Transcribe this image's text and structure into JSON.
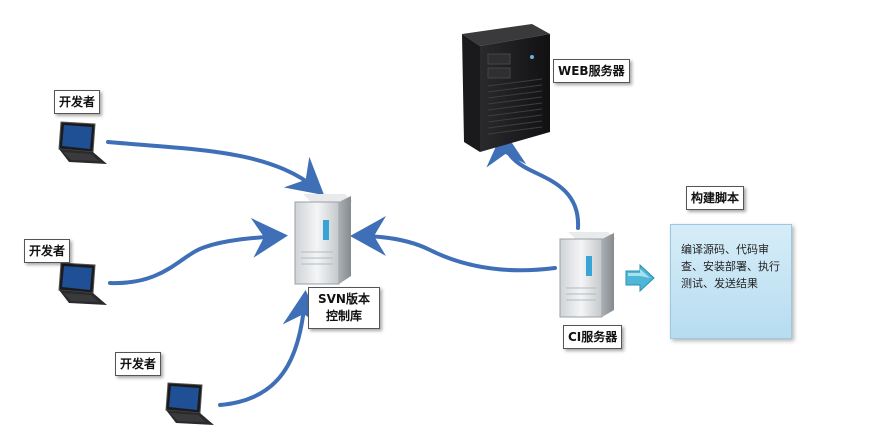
{
  "nodes": {
    "dev1": "开发者",
    "dev2": "开发者",
    "dev3": "开发者",
    "svn": "SVN版本控制库",
    "web": "WEB服务器",
    "ci": "CI服务器",
    "script_title": "构建脚本"
  },
  "script_text": "编译源码、代码审查、安装部署、执行测试、发送结果",
  "colors": {
    "arrow": "#3f6fb6",
    "script_box": "#c6e5f4",
    "small_arrow": "#4fb7d6"
  },
  "icons": {
    "laptop": "laptop-icon",
    "server": "server-icon",
    "tower": "tower-server-icon",
    "arrow": "right-arrow-icon"
  }
}
